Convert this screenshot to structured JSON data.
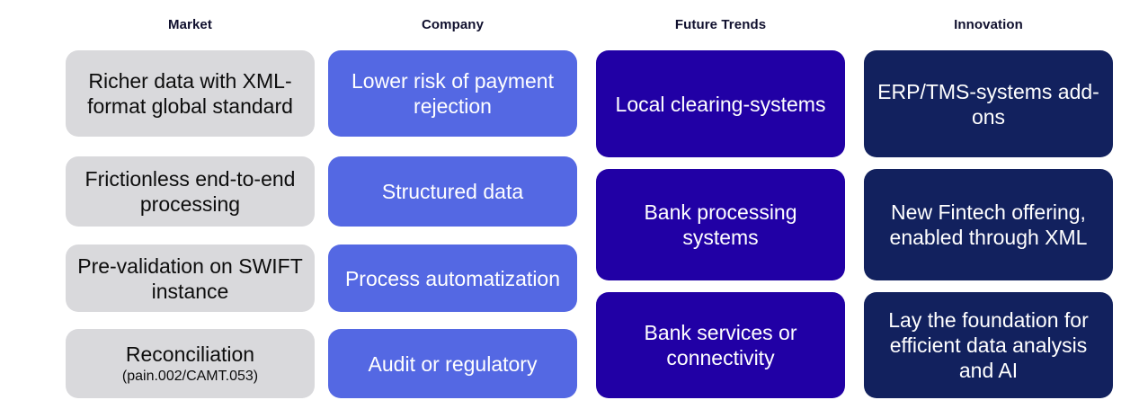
{
  "diagram": {
    "columns": [
      {
        "id": "market",
        "header": "Market",
        "color": "#d9d9dc",
        "text_color": "#0d0d0d",
        "items": [
          {
            "text": "Richer data with XML-format global standard"
          },
          {
            "text": "Frictionless end-to-end processing"
          },
          {
            "text": "Pre-validation on SWIFT instance"
          },
          {
            "text": "Reconciliation",
            "subtext": "(pain.002/CAMT.053)"
          }
        ]
      },
      {
        "id": "company",
        "header": "Company",
        "color": "#5468e3",
        "text_color": "#ffffff",
        "items": [
          {
            "text": "Lower risk of payment rejection"
          },
          {
            "text": "Structured data"
          },
          {
            "text": "Process automatization"
          },
          {
            "text": "Audit or regulatory"
          }
        ]
      },
      {
        "id": "future-trends",
        "header": "Future Trends",
        "color": "#2100a5",
        "text_color": "#ffffff",
        "items": [
          {
            "text": "Local clearing-systems"
          },
          {
            "text": "Bank processing systems"
          },
          {
            "text": "Bank services or connectivity"
          }
        ]
      },
      {
        "id": "innovation",
        "header": "Innovation",
        "color": "#12215e",
        "text_color": "#ffffff",
        "items": [
          {
            "text": "ERP/TMS-systems add-ons"
          },
          {
            "text": "New Fintech offering, enabled through XML"
          },
          {
            "text": "Lay the foundation for efficient data analysis and AI"
          }
        ]
      }
    ]
  }
}
